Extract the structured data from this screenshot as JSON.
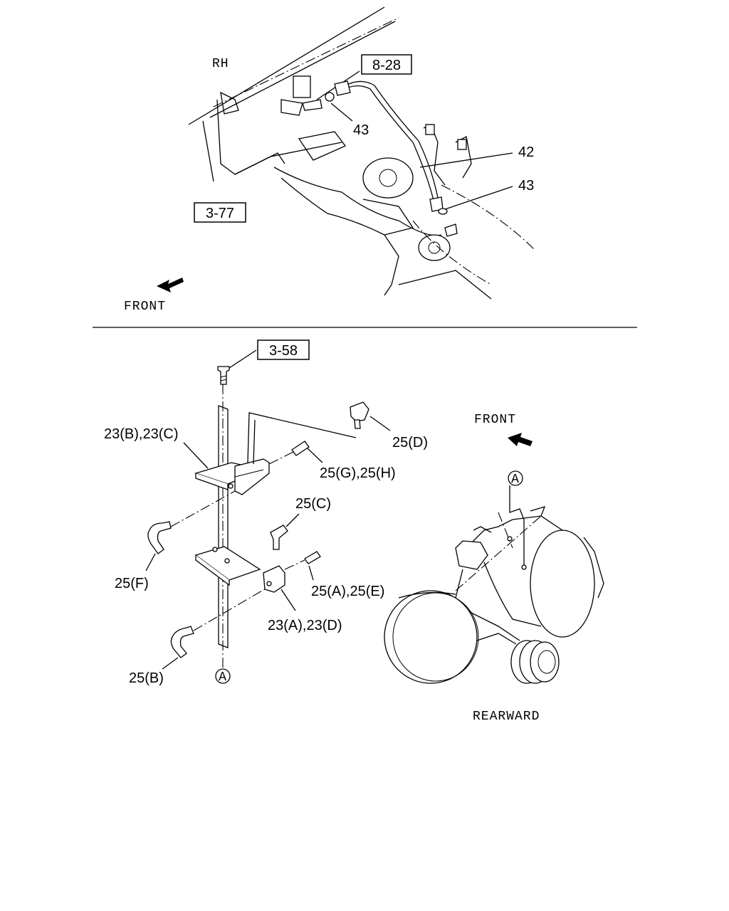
{
  "top_view": {
    "side_label": "RH",
    "direction_label": "FRONT",
    "refs": {
      "ref_8_28": "8-28",
      "ref_3_77": "3-77"
    },
    "callouts": {
      "c43_upper": "43",
      "c42": "42",
      "c43_lower": "43"
    }
  },
  "bottom_left": {
    "ref_3_58": "3-58",
    "callouts": {
      "c23bc": "23(B),23(C)",
      "c25d": "25(D)",
      "c25gh": "25(G),25(H)",
      "c25c": "25(C)",
      "c25f": "25(F)",
      "c25ae": "25(A),25(E)",
      "c23ad": "23(A),23(D)",
      "c25b": "25(B)",
      "circle_a": "A"
    }
  },
  "bottom_right": {
    "direction_front": "FRONT",
    "direction_rearward": "REARWARD",
    "circle_a": "A"
  },
  "colors": {
    "line": "#000000",
    "background": "#ffffff"
  }
}
